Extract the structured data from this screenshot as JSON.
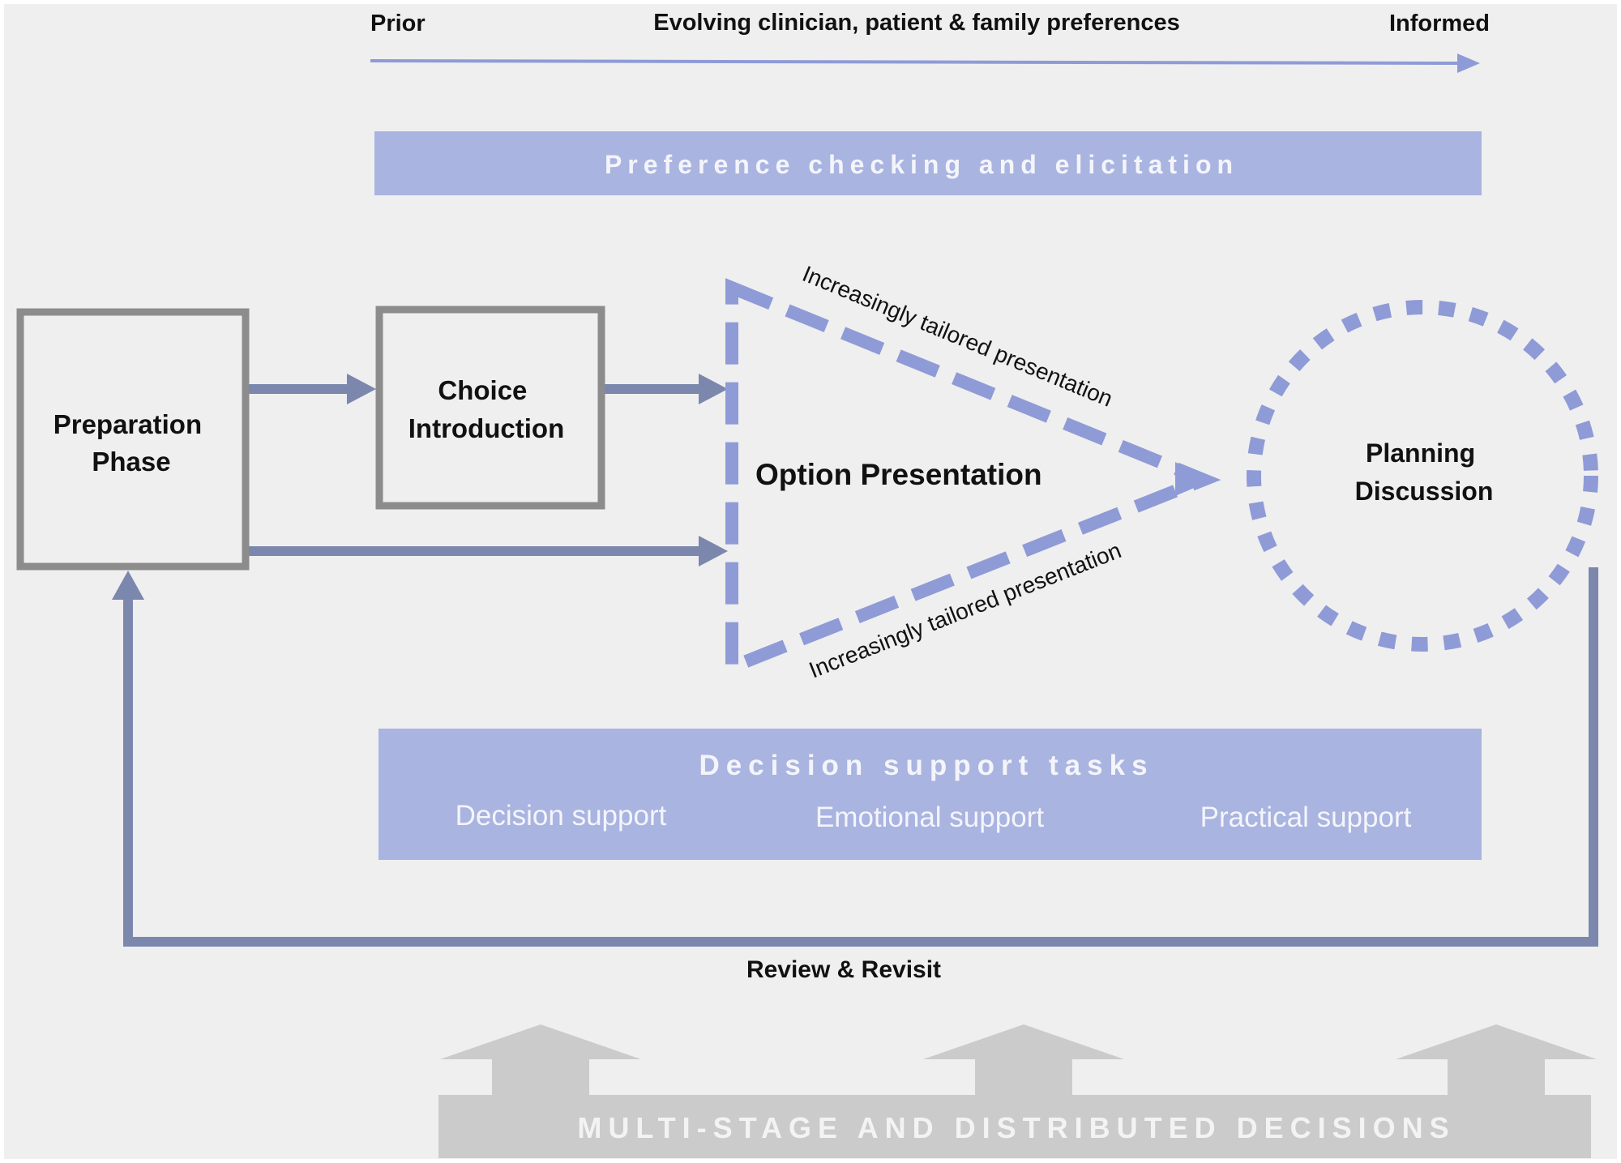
{
  "preferences": {
    "start_label": "Prior",
    "middle_label": "Evolving clinician, patient & family preferences",
    "end_label": "Informed"
  },
  "preference_bar": {
    "label": "Preference checking and elicitation"
  },
  "nodes": {
    "preparation": {
      "line1": "Preparation",
      "line2": "Phase"
    },
    "choice": {
      "line1": "Choice",
      "line2": "Introduction"
    },
    "option": {
      "label": "Option Presentation"
    },
    "planning": {
      "line1": "Planning",
      "line2": "Discussion"
    }
  },
  "tailoring": {
    "upper": "Increasingly tailored presentation",
    "lower": "Increasingly tailored presentation"
  },
  "support_bar": {
    "title": "Decision support tasks",
    "items": [
      "Decision support",
      "Emotional support",
      "Practical support"
    ]
  },
  "loop": {
    "label": "Review & Revisit"
  },
  "base_bar": {
    "label": "MULTI-STAGE AND DISTRIBUTED DECISIONS"
  },
  "colors": {
    "background": "#efefef",
    "accent_bar": "#aab4e0",
    "flow_arrow": "#7b87ad",
    "dashed_shape": "#8e9bd6",
    "box_border": "#8c8c8c",
    "gray_bar": "#cbcbcb"
  }
}
